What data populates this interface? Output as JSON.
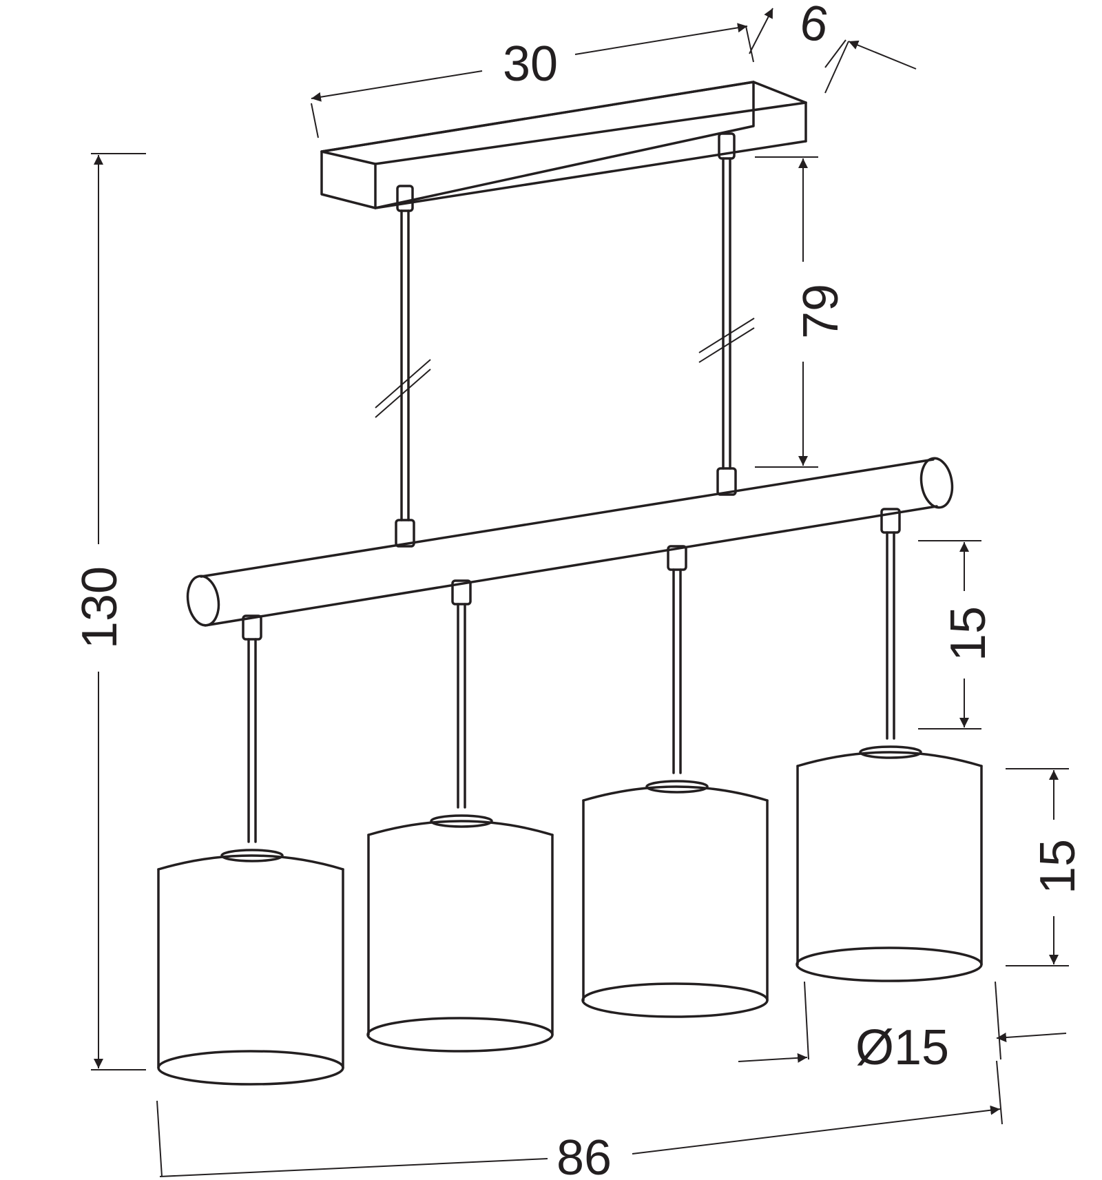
{
  "dimensions": {
    "width": "30",
    "depth": "6",
    "rod_length": "79",
    "total_height": "130",
    "shade_height_upper": "15",
    "shade_height_lower": "15",
    "shade_diameter": "Ø15",
    "total_length": "86"
  },
  "colors": {
    "line": "#231f20",
    "background": "#ffffff"
  }
}
